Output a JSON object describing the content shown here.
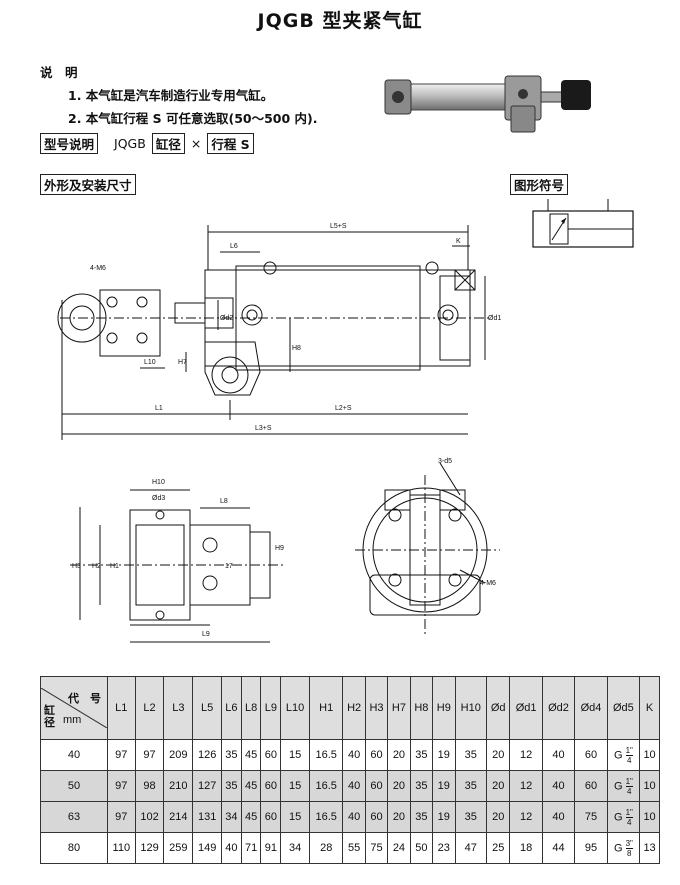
{
  "title": "JQGB 型夹紧气缸",
  "notes": {
    "heading": "说　明",
    "items": [
      "1. 本气缸是汽车制造行业专用气缸。",
      "2. 本气缸行程 S 可任意选取(50～500 内)."
    ]
  },
  "model": {
    "label": "型号说明",
    "prefix": "JQGB",
    "part1": "缸径",
    "sep": "×",
    "part2": "行程 S"
  },
  "sections": {
    "dims": "外形及安装尺寸",
    "symbol": "图形符号"
  },
  "drawing_labels": {
    "m6_top": "4-M6",
    "l5s": "L5+S",
    "l6": "L6",
    "k": "K",
    "l1": "L1",
    "l2s": "L2+S",
    "l3s": "L3+S",
    "d1": "Ød1",
    "d2": "Ød2",
    "h8": "H8",
    "h7": "H7",
    "l10": "L10",
    "h10": "H10",
    "d3": "Ød3",
    "l8": "L8",
    "l9": "L9",
    "h3": "H3",
    "h2": "H2",
    "h9": "H9",
    "h1": "H1",
    "t": "17",
    "ds": "3-d5",
    "m6_bot": "4-M6"
  },
  "table": {
    "corner_top": "代　号",
    "corner_bot_left": "缸",
    "corner_bot_left2": "径",
    "corner_unit": "mm",
    "headers": [
      "L1",
      "L2",
      "L3",
      "L5",
      "L6",
      "L8",
      "L9",
      "L10",
      "H1",
      "H2",
      "H3",
      "H7",
      "H8",
      "H9",
      "H10",
      "Ød",
      "Ød1",
      "Ød2",
      "Ød4",
      "Ød5",
      "K"
    ],
    "rows": [
      {
        "bore": "40",
        "vals": [
          "97",
          "97",
          "209",
          "126",
          "35",
          "45",
          "60",
          "15",
          "16.5",
          "40",
          "60",
          "20",
          "35",
          "19",
          "35",
          "20",
          "12",
          "40",
          "60"
        ],
        "g": "G",
        "num": "1\"",
        "den": "4",
        "k": "10"
      },
      {
        "bore": "50",
        "vals": [
          "97",
          "98",
          "210",
          "127",
          "35",
          "45",
          "60",
          "15",
          "16.5",
          "40",
          "60",
          "20",
          "35",
          "19",
          "35",
          "20",
          "12",
          "40",
          "60"
        ],
        "g": "G",
        "num": "1\"",
        "den": "4",
        "k": "10"
      },
      {
        "bore": "63",
        "vals": [
          "97",
          "102",
          "214",
          "131",
          "34",
          "45",
          "60",
          "15",
          "16.5",
          "40",
          "60",
          "20",
          "35",
          "19",
          "35",
          "20",
          "12",
          "40",
          "75"
        ],
        "g": "G",
        "num": "1\"",
        "den": "4",
        "k": "10"
      },
      {
        "bore": "80",
        "vals": [
          "110",
          "129",
          "259",
          "149",
          "40",
          "71",
          "91",
          "34",
          "28",
          "55",
          "75",
          "24",
          "50",
          "23",
          "47",
          "25",
          "18",
          "44",
          "95"
        ],
        "g": "G",
        "num": "3\"",
        "den": "8",
        "k": "13"
      }
    ]
  }
}
